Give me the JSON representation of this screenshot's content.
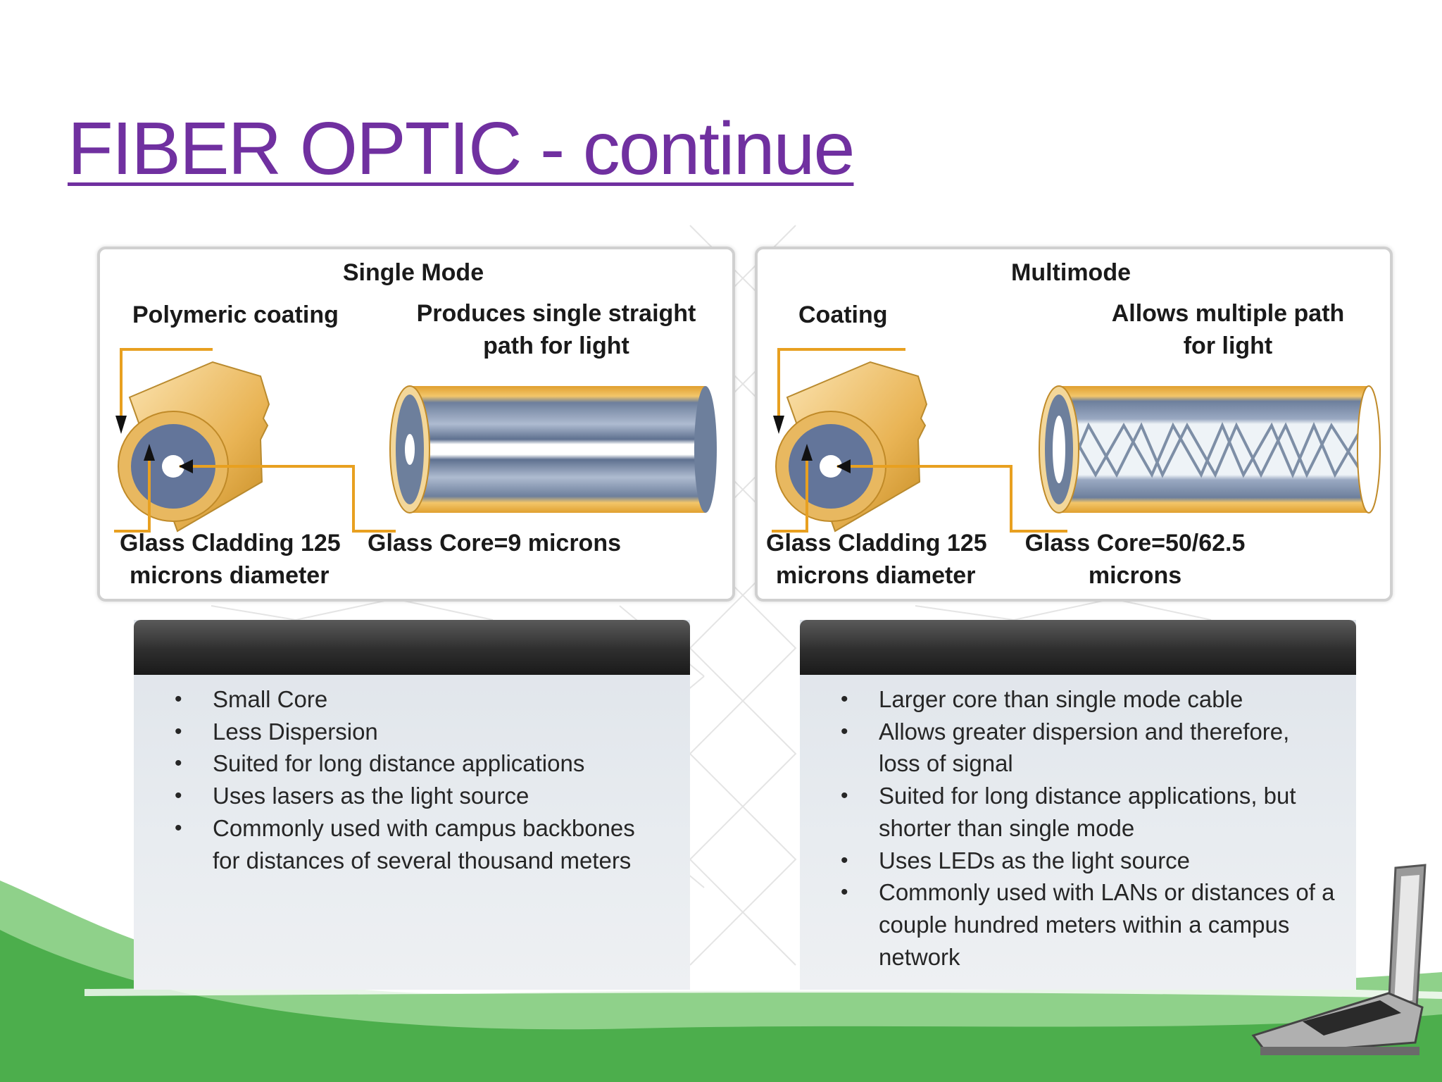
{
  "slide": {
    "title": "FIBER OPTIC - continue"
  },
  "single_mode": {
    "heading": "Single Mode",
    "label_coating": "Polymeric coating",
    "label_path_line1": "Produces single straight",
    "label_path_line2": "path for light",
    "label_cladding_line1": "Glass Cladding 125",
    "label_cladding_line2": "microns diameter",
    "label_core": "Glass Core=9 microns",
    "bullets": [
      "Small Core",
      "Less Dispersion",
      "Suited for long distance applications",
      "Uses lasers as the light source",
      "Commonly used with campus backbones for distances of several thousand meters"
    ]
  },
  "multimode": {
    "heading": "Multimode",
    "label_coating": "Coating",
    "label_path_line1": "Allows multiple path",
    "label_path_line2": "for light",
    "label_cladding_line1": "Glass Cladding 125",
    "label_cladding_line2": "microns diameter",
    "label_core_line1": "Glass Core=50/62.5",
    "label_core_line2": "microns",
    "bullets": [
      "Larger core than single mode cable",
      "Allows greater dispersion and therefore, loss of signal",
      "Suited for long distance applications, but shorter than single mode",
      "Uses LEDs as the light source",
      "Commonly used with LANs or distances of a couple hundred meters within a campus network"
    ]
  },
  "colors": {
    "title": "#7030a0",
    "coating": "#e8a838",
    "cladding": "#5c6e8c",
    "leader_line": "#e8a020",
    "green_wave": "#5cb85c"
  }
}
